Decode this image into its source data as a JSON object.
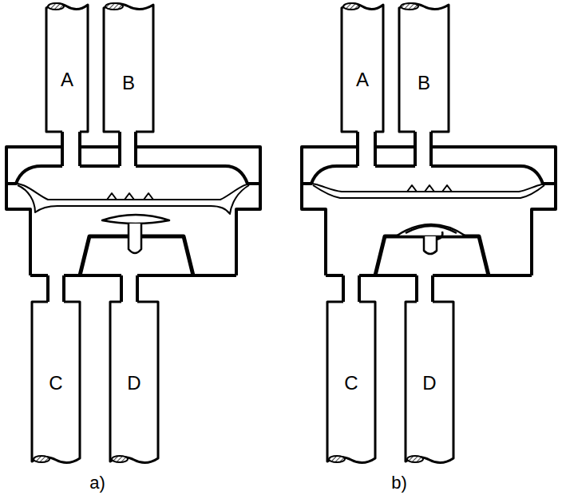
{
  "diagram": {
    "nodes": [
      {
        "text": [
          "A"
        ]
      },
      {
        "text": [
          "B"
        ]
      },
      {
        "text": [
          "C"
        ]
      },
      {
        "text": [
          "D"
        ]
      },
      {
        "text": [
          "A"
        ]
      },
      {
        "text": [
          "B"
        ]
      },
      {
        "text": [
          "C"
        ]
      },
      {
        "text": [
          "D"
        ]
      }
    ],
    "labels": [
      "a)",
      "b)"
    ]
  }
}
